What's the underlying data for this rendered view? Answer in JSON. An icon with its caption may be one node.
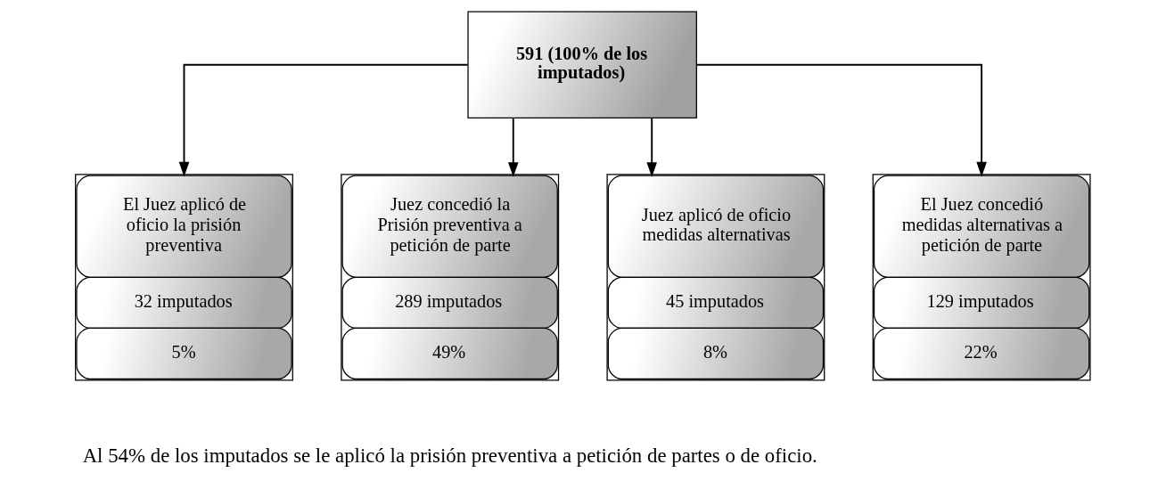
{
  "diagram": {
    "nodes": [
      {
        "text": [
          "591 (100% de los imputados)"
        ]
      },
      {
        "text": [
          "El Juez aplicó de oficio la prisión preventiva",
          "32 imputados",
          "5%"
        ]
      },
      {
        "text": [
          "Juez concedió la Prisión preventiva a petición de parte",
          "289 imputados",
          "49%"
        ]
      },
      {
        "text": [
          "Juez aplicó de oficio medidas alternativas",
          "45 imputados",
          "8%"
        ]
      },
      {
        "text": [
          "El Juez concedió medidas alternativas a petición de parte",
          "129 imputados",
          "22%"
        ]
      }
    ],
    "edges": [
      {
        "from": 0,
        "to": 1,
        "arrow": "to"
      },
      {
        "from": 0,
        "to": 2,
        "arrow": "to"
      },
      {
        "from": 0,
        "to": 3,
        "arrow": "to"
      },
      {
        "from": 0,
        "to": 4,
        "arrow": "to"
      }
    ],
    "labels": [
      "Al 54% de los imputados se le aplicó la prisión preventiva a petición de partes o de oficio."
    ]
  }
}
